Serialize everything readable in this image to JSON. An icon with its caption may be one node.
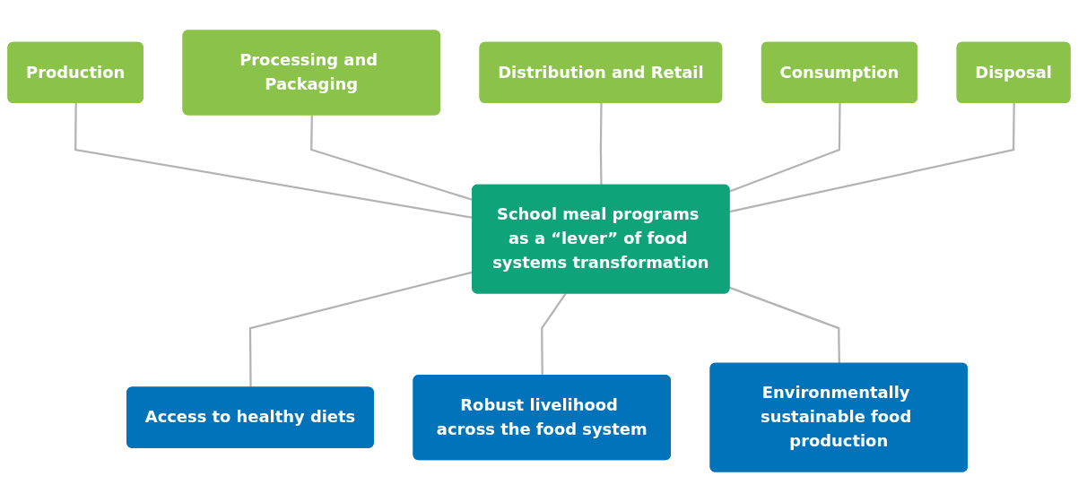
{
  "diagram": {
    "nodes": [
      {
        "text": [
          "Production"
        ]
      },
      {
        "text": [
          "Processing and Packaging"
        ]
      },
      {
        "text": [
          "Distribution and Retail"
        ]
      },
      {
        "text": [
          "Consumption"
        ]
      },
      {
        "text": [
          "Disposal"
        ]
      },
      {
        "text": [
          "School meal programs as a “lever” of food systems transformation"
        ]
      },
      {
        "text": [
          "Access to healthy diets"
        ]
      },
      {
        "text": [
          "Robust livelihood across the food system"
        ]
      },
      {
        "text": [
          "Environmentally sustainable food production"
        ]
      }
    ],
    "edges": [
      {
        "from": 0,
        "to": 5,
        "arrow": "none"
      },
      {
        "from": 1,
        "to": 5,
        "arrow": "none"
      },
      {
        "from": 2,
        "to": 5,
        "arrow": "none"
      },
      {
        "from": 3,
        "to": 5,
        "arrow": "none"
      },
      {
        "from": 4,
        "to": 5,
        "arrow": "none"
      },
      {
        "from": 5,
        "to": 6,
        "arrow": "none"
      },
      {
        "from": 5,
        "to": 7,
        "arrow": "none"
      },
      {
        "from": 5,
        "to": 8,
        "arrow": "none"
      }
    ]
  }
}
